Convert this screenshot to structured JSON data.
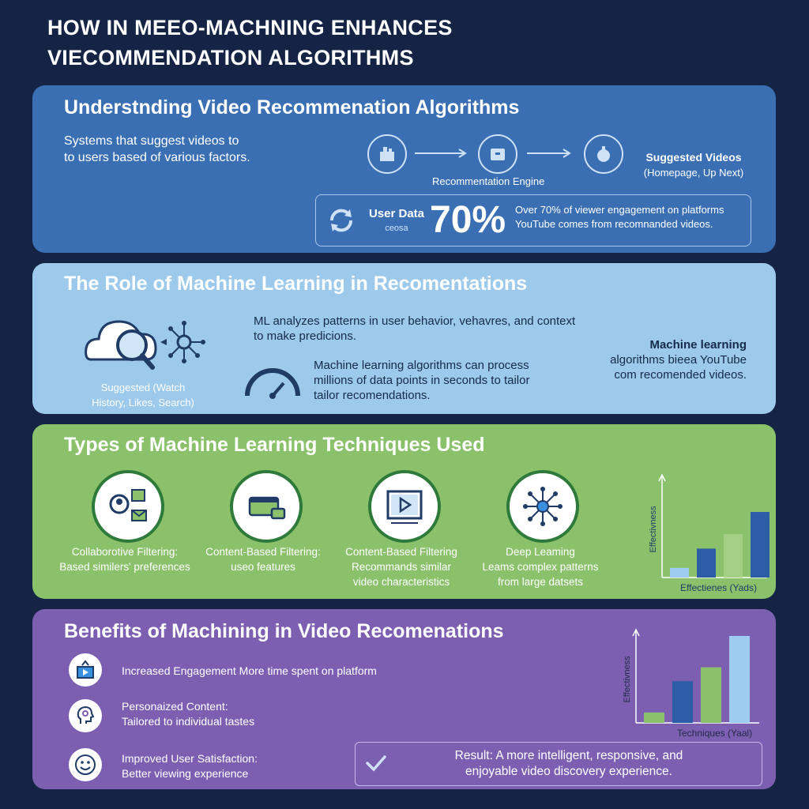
{
  "title": [
    "HOW IN MEEO-MACHNING ENHANCES",
    "VIECOMMENDATION ALGORITHMS"
  ],
  "s1": {
    "title": "Understnding Video Recommenation Algorithms",
    "desc": [
      "Systems that suggest videos to",
      "to users based of various factors."
    ],
    "engine_label": "Recommentation Engine",
    "suggested_title": "Suggested Videos",
    "suggested_sub": "(Homepage, Up Next)",
    "user_data": "User Data",
    "user_data_sub": "ceosa",
    "stat": "70%",
    "stat_desc": [
      "Over 70% of viewer engagement on platforms",
      "YouTube comes from recomnanded videos."
    ]
  },
  "s2": {
    "title": "The Role of Machine Learning in Recomentations",
    "caption": [
      "Suggested (Watch",
      "History, Likes, Search)"
    ],
    "ml_text": [
      "ML analyzes patterns in user behavior, vehavres, and context",
      "to make predicions."
    ],
    "speed_text": [
      "Machine learning algorithms can process",
      "millions of data points in seconds to tailor",
      "tailor recomendations."
    ],
    "side_title": "Machine learning",
    "side_text": [
      "algorithms bieea YouTube",
      "com recomended videos."
    ]
  },
  "s3": {
    "title": "Types of Machine Learning Techniques Used",
    "techniques": [
      {
        "icon": "collaborative-filtering-icon",
        "lines": [
          "Collaborotive Filtering:",
          "Based similers' preferences"
        ]
      },
      {
        "icon": "content-card-icon",
        "lines": [
          "Content-Based Filtering:",
          "useo features"
        ]
      },
      {
        "icon": "video-player-icon",
        "lines": [
          "Content-Based Filtering",
          "Recommands similar",
          "video characteristics"
        ]
      },
      {
        "icon": "neural-network-icon",
        "lines": [
          "Deep Leaming",
          "Leams complex patterns",
          "from large datsets"
        ]
      }
    ]
  },
  "s4": {
    "title": "Benefits of Machining in Video Recomenations",
    "benefits": [
      {
        "icon": "engagement-icon",
        "lines": [
          "Increased Engagement More time spent on platform"
        ]
      },
      {
        "icon": "personalized-head-icon",
        "lines": [
          "Personaized Content:",
          "Tailored to individual tastes"
        ]
      },
      {
        "icon": "smiley-icon",
        "lines": [
          "Improved User Satisfaction:",
          "Better viewing experience"
        ]
      }
    ],
    "result": [
      "Result: A more intelligent, responsive, and",
      "enjoyable video discovery experience."
    ]
  },
  "chart_data": [
    {
      "type": "bar",
      "xlabel": "Effectienes (Yads)",
      "ylabel": "Effectivness",
      "series": [
        {
          "values": [
            0.1,
            0.3,
            0.45,
            0.68
          ]
        }
      ],
      "colors": [
        "#9ecbf0",
        "#2d5da6",
        "#a6cf86",
        "#2d5da6"
      ]
    },
    {
      "type": "bar",
      "xlabel": "Techniques (Yaal)",
      "ylabel": "Effectivness",
      "series": [
        {
          "values": [
            0.12,
            0.48,
            0.64,
            1.0
          ]
        }
      ],
      "colors": [
        "#8cc16c",
        "#2d5da6",
        "#8cc16c",
        "#9ecbf0"
      ]
    }
  ]
}
